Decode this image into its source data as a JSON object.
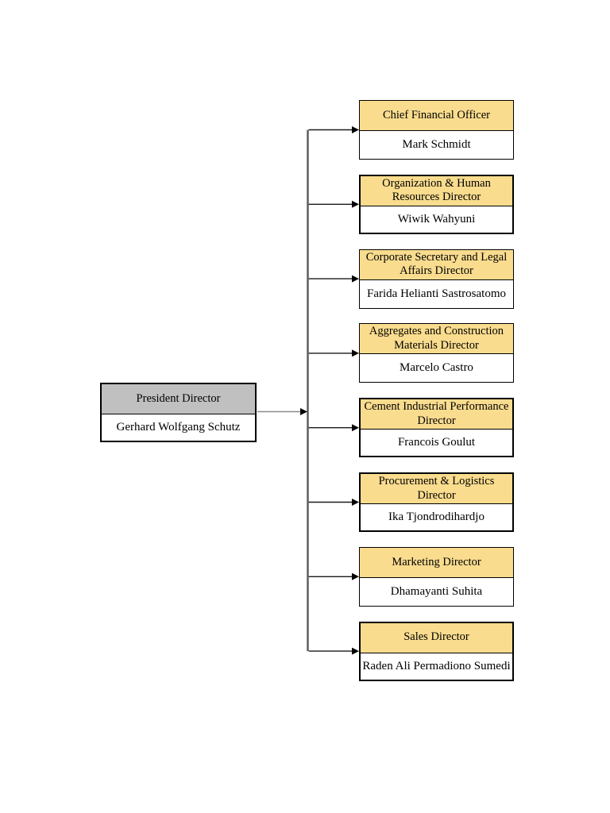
{
  "page": {
    "background": "#ffffff",
    "description": "Organization structure chart page"
  },
  "org_chart": {
    "president": {
      "title": "President Director",
      "name": "Gerhard Wolfgang Schutz"
    },
    "directors": [
      {
        "title": "Chief Financial Officer",
        "name": "Mark Schmidt",
        "emphasis": false
      },
      {
        "title": "Organization & Human\nResources Director",
        "name": "Wiwik Wahyuni",
        "emphasis": true
      },
      {
        "title": "Corporate Secretary and Legal\nAffairs Director",
        "name": "Farida Helianti Sastrosatomo",
        "emphasis": false
      },
      {
        "title": "Aggregates and Construction\nMaterials Director",
        "name": "Marcelo Castro",
        "emphasis": false
      },
      {
        "title": "Cement Industrial Performance\nDirector",
        "name": "Francois Goulut",
        "emphasis": true
      },
      {
        "title": "Procurement & Logistics Director",
        "name": "Ika Tjondrodihardjo",
        "emphasis": true
      },
      {
        "title": "Marketing Director",
        "name": "Dhamayanti Suhita",
        "emphasis": false
      },
      {
        "title": "Sales Director",
        "name": "Raden Ali Permadiono Sumedi",
        "emphasis": true
      }
    ],
    "colors": {
      "director_header": "#f9dc8e",
      "president_header": "#c0c0c0",
      "box_border": "#000000",
      "trunk_line": "#595959",
      "president_line": "#8c8c8c",
      "branch_line": "#1a1a1a",
      "arrowhead": "#000000"
    }
  }
}
